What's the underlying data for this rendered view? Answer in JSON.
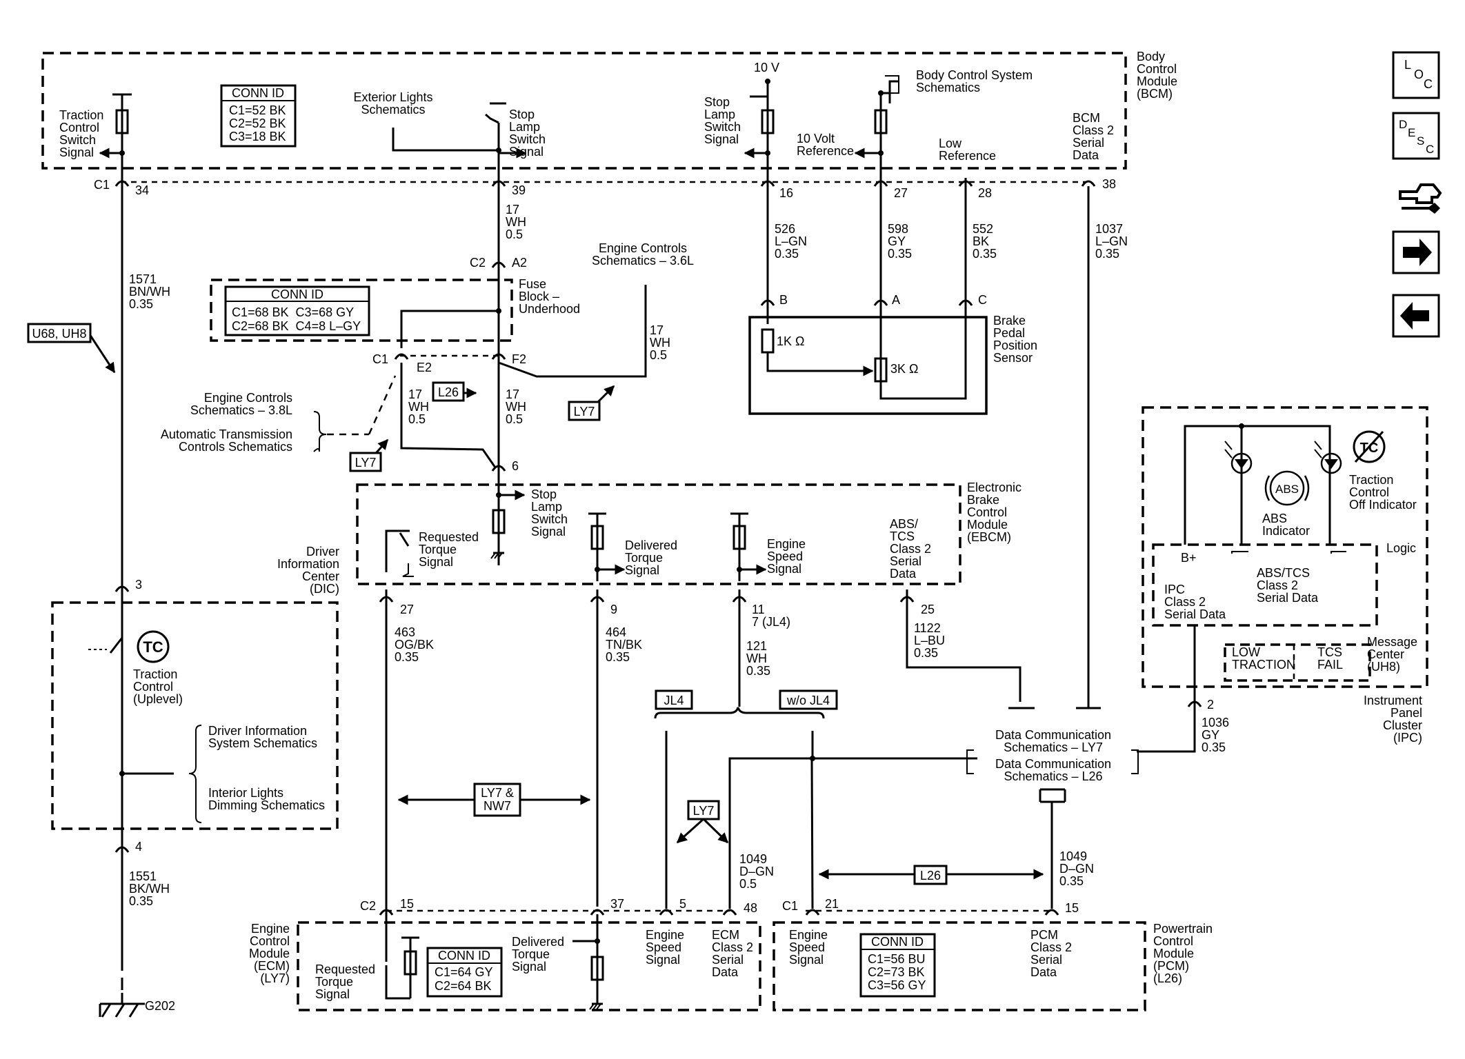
{
  "bcm": {
    "title": [
      "Body",
      "Control",
      "Module",
      "(BCM)"
    ],
    "conn_id": {
      "header": "CONN ID",
      "rows": [
        "C1=52 BK",
        "C2=52 BK",
        "C3=18 BK"
      ]
    },
    "traction_control_switch_signal": [
      "Traction",
      "Control",
      "Switch",
      "Signal"
    ],
    "exterior_lights": [
      "Exterior Lights",
      "Schematics"
    ],
    "stop_lamp_switch_signal": [
      "Stop",
      "Lamp",
      "Switch",
      "Signal"
    ],
    "supply_10v": "10 V",
    "stop_lamp_switch_signal_2": [
      "Stop",
      "Lamp",
      "Switch",
      "Signal"
    ],
    "ten_volt_reference": [
      "10 Volt",
      "Reference"
    ],
    "body_control_system": [
      "Body Control System",
      "Schematics"
    ],
    "low_reference": [
      "Low",
      "Reference"
    ],
    "bcm_class2": [
      "BCM",
      "Class 2",
      "Serial",
      "Data"
    ],
    "connector": "C1",
    "pins": [
      "34",
      "39",
      "16",
      "27",
      "28",
      "38"
    ]
  },
  "wires": {
    "w1571": [
      "1571",
      "BN/WH",
      "0.35"
    ],
    "w17a": [
      "17",
      "WH",
      "0.5"
    ],
    "w526": [
      "526",
      "L–GN",
      "0.35"
    ],
    "w598": [
      "598",
      "GY",
      "0.35"
    ],
    "w552": [
      "552",
      "BK",
      "0.35"
    ],
    "w1037": [
      "1037",
      "L–GN",
      "0.35"
    ],
    "w17b": [
      "17",
      "WH",
      "0.5"
    ],
    "w17c": [
      "17",
      "WH",
      "0.5"
    ],
    "w17d": [
      "17",
      "WH",
      "0.5"
    ],
    "w463": [
      "463",
      "OG/BK",
      "0.35"
    ],
    "w464": [
      "464",
      "TN/BK",
      "0.35"
    ],
    "w121": [
      "121",
      "WH",
      "0.35"
    ],
    "w1122": [
      "1122",
      "L–BU",
      "0.35"
    ],
    "w1036": [
      "1036",
      "GY",
      "0.35"
    ],
    "w1551": [
      "1551",
      "BK/WH",
      "0.35"
    ],
    "w1049a": [
      "1049",
      "D–GN",
      "0.5"
    ],
    "w1049b": [
      "1049",
      "D–GN",
      "0.35"
    ]
  },
  "fuse_block": {
    "conn_id": {
      "header": "CONN ID",
      "rows": [
        "C1=68 BK  C3=68 GY",
        "C2=68 BK  C4=8 L–GY"
      ]
    },
    "title": [
      "Fuse",
      "Block –",
      "Underhood"
    ],
    "c2": "C2",
    "a2": "A2",
    "c1": "C1",
    "e2": "E2",
    "f2": "F2"
  },
  "engine_controls_36": [
    "Engine Controls",
    "Schematics – 3.6L"
  ],
  "engine_controls_38": [
    "Engine Controls",
    "Schematics – 3.8L"
  ],
  "auto_trans": [
    "Automatic Transmission",
    "Controls Schematics"
  ],
  "option_tags": {
    "u68": "U68, UH8",
    "l26_a": "L26",
    "ly7_a": "LY7",
    "ly7_b": "LY7",
    "jl4": "JL4",
    "wo_jl4": "w/o JL4",
    "ly7_nw7": [
      "LY7 &",
      "NW7"
    ],
    "ly7_c": "LY7",
    "l26_b": "L26"
  },
  "splice6": "6",
  "brake_sensor": {
    "title": [
      "Brake",
      "Pedal",
      "Position",
      "Sensor"
    ],
    "pins": [
      "B",
      "A",
      "C"
    ],
    "r1": "1K Ω",
    "r2": "3K Ω"
  },
  "ebcm": {
    "title": [
      "Electronic",
      "Brake",
      "Control",
      "Module",
      "(EBCM)"
    ],
    "stop_lamp": [
      "Stop",
      "Lamp",
      "Switch",
      "Signal"
    ],
    "requested_torque": [
      "Requested",
      "Torque",
      "Signal"
    ],
    "delivered_torque": [
      "Delivered",
      "Torque",
      "Signal"
    ],
    "engine_speed": [
      "Engine",
      "Speed",
      "Signal"
    ],
    "abs_tcs": [
      "ABS/",
      "TCS",
      "Class 2",
      "Serial",
      "Data"
    ],
    "pins": [
      "27",
      "9",
      "11",
      "25"
    ],
    "pin11_note": "7 (JL4)"
  },
  "dic": {
    "title": [
      "Driver",
      "Information",
      "Center",
      "(DIC)"
    ],
    "pins": [
      "3",
      "4"
    ],
    "tc_symbol": "TC",
    "tc_label": [
      "Traction",
      "Control",
      "(Uplevel)"
    ],
    "driver_info": [
      "Driver Information",
      "System Schematics"
    ],
    "interior_lights": [
      "Interior Lights",
      "Dimming Schematics"
    ]
  },
  "ground": "G202",
  "ipc": {
    "title": [
      "Instrument",
      "Panel",
      "Cluster",
      "(IPC)"
    ],
    "traction_off": [
      "Traction",
      "Control",
      "Off Indicator"
    ],
    "abs_symbol": "ABS",
    "abs_label": [
      "ABS",
      "Indicator"
    ],
    "logic": "Logic",
    "bplus": "B+",
    "abs_tcs": [
      "ABS/TCS",
      "Class 2",
      "Serial Data"
    ],
    "ipc_class2": [
      "IPC",
      "Class 2",
      "Serial Data"
    ],
    "low_traction": [
      "LOW",
      "TRACTION"
    ],
    "tcs_fail": [
      "TCS",
      "FAIL"
    ],
    "message_center": [
      "Message",
      "Center",
      "(UH8)"
    ],
    "pin": "2",
    "tc_symbol": "TC"
  },
  "data_comm": {
    "ly7": [
      "Data Communication",
      "Schematics – LY7"
    ],
    "l26": [
      "Data Communication",
      "Schematics – L26"
    ]
  },
  "ecm": {
    "title": [
      "Engine",
      "Control",
      "Module",
      "(ECM)",
      "(LY7)"
    ],
    "connector": "C2",
    "pins": [
      "15",
      "37",
      "5",
      "48"
    ],
    "requested_torque": [
      "Requested",
      "Torque",
      "Signal"
    ],
    "delivered_torque": [
      "Delivered",
      "Torque",
      "Signal"
    ],
    "conn_id": {
      "header": "CONN ID",
      "rows": [
        "C1=64 GY",
        "C2=64 BK"
      ]
    },
    "engine_speed": [
      "Engine",
      "Speed",
      "Signal"
    ],
    "class2": [
      "ECM",
      "Class 2",
      "Serial",
      "Data"
    ]
  },
  "pcm": {
    "title": [
      "Powertrain",
      "Control",
      "Module",
      "(PCM)",
      "(L26)"
    ],
    "connector": "C1",
    "pins": [
      "21",
      "15"
    ],
    "engine_speed": [
      "Engine",
      "Speed",
      "Signal"
    ],
    "conn_id": {
      "header": "CONN ID",
      "rows": [
        "C1=56 BU",
        "C2=73 BK",
        "C3=56 GY"
      ]
    },
    "class2": [
      "PCM",
      "Class 2",
      "Serial",
      "Data"
    ]
  },
  "nav": {
    "loc": "LOC",
    "desc": "DESC"
  }
}
